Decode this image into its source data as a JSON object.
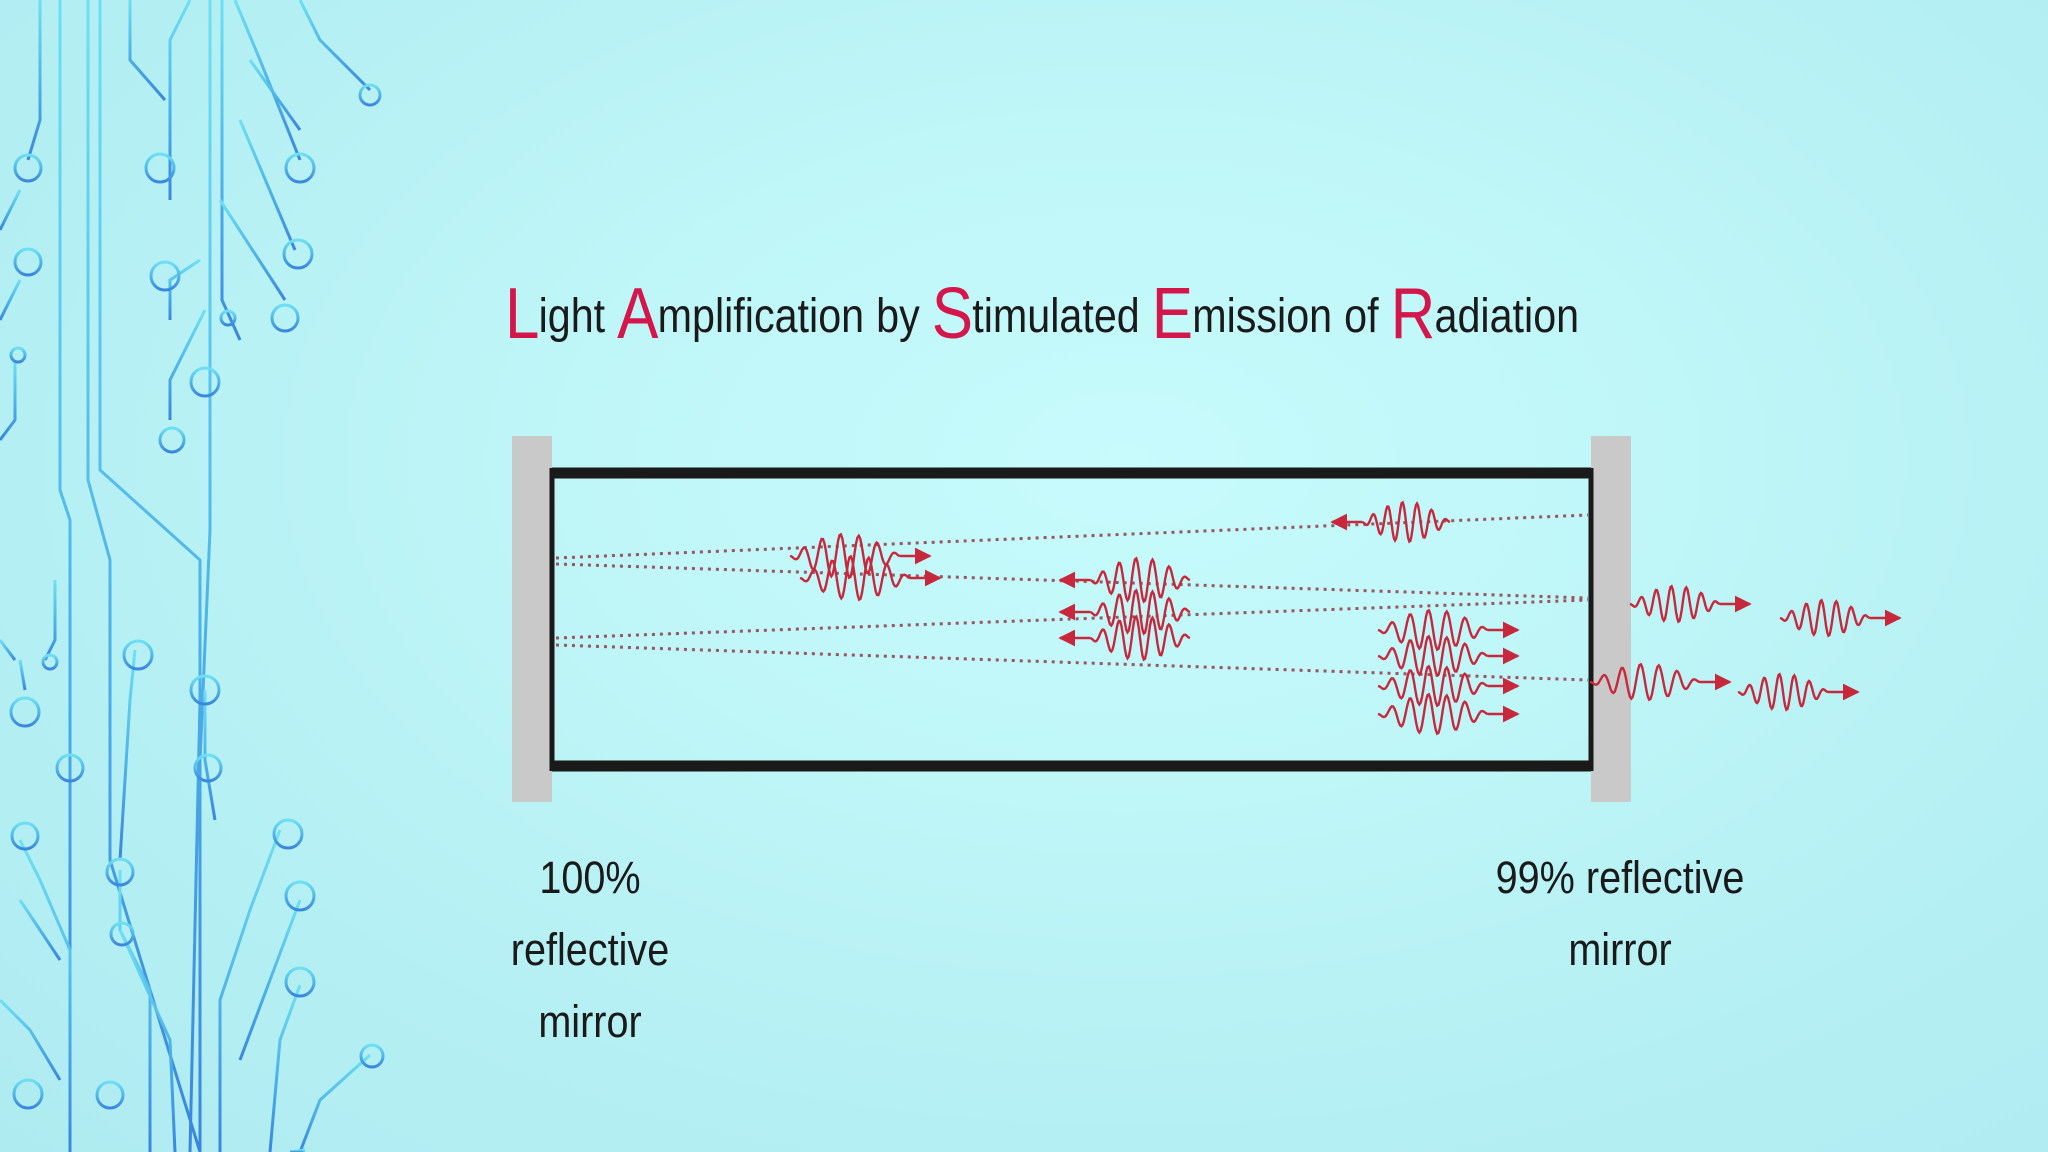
{
  "title": {
    "words": [
      {
        "cap": "L",
        "rest": "ight"
      },
      {
        "cap": "A",
        "rest": "mplification"
      },
      {
        "cap": "",
        "rest": "by"
      },
      {
        "cap": "S",
        "rest": "timulated"
      },
      {
        "cap": "E",
        "rest": "mission"
      },
      {
        "cap": "",
        "rest": "of"
      },
      {
        "cap": "R",
        "rest": "adiation"
      }
    ]
  },
  "labels": {
    "left_line1": "100% reflective",
    "left_line2": "mirror",
    "right_line1": "99% reflective",
    "right_line2": "mirror"
  },
  "colors": {
    "accent_red": "#d4164a",
    "wave_red": "#c8283c",
    "tube": "#1a1a1a",
    "mirror": "#c9c9c9",
    "circuit_light": "#5fd3f0",
    "circuit_dark": "#3a8fe0"
  }
}
